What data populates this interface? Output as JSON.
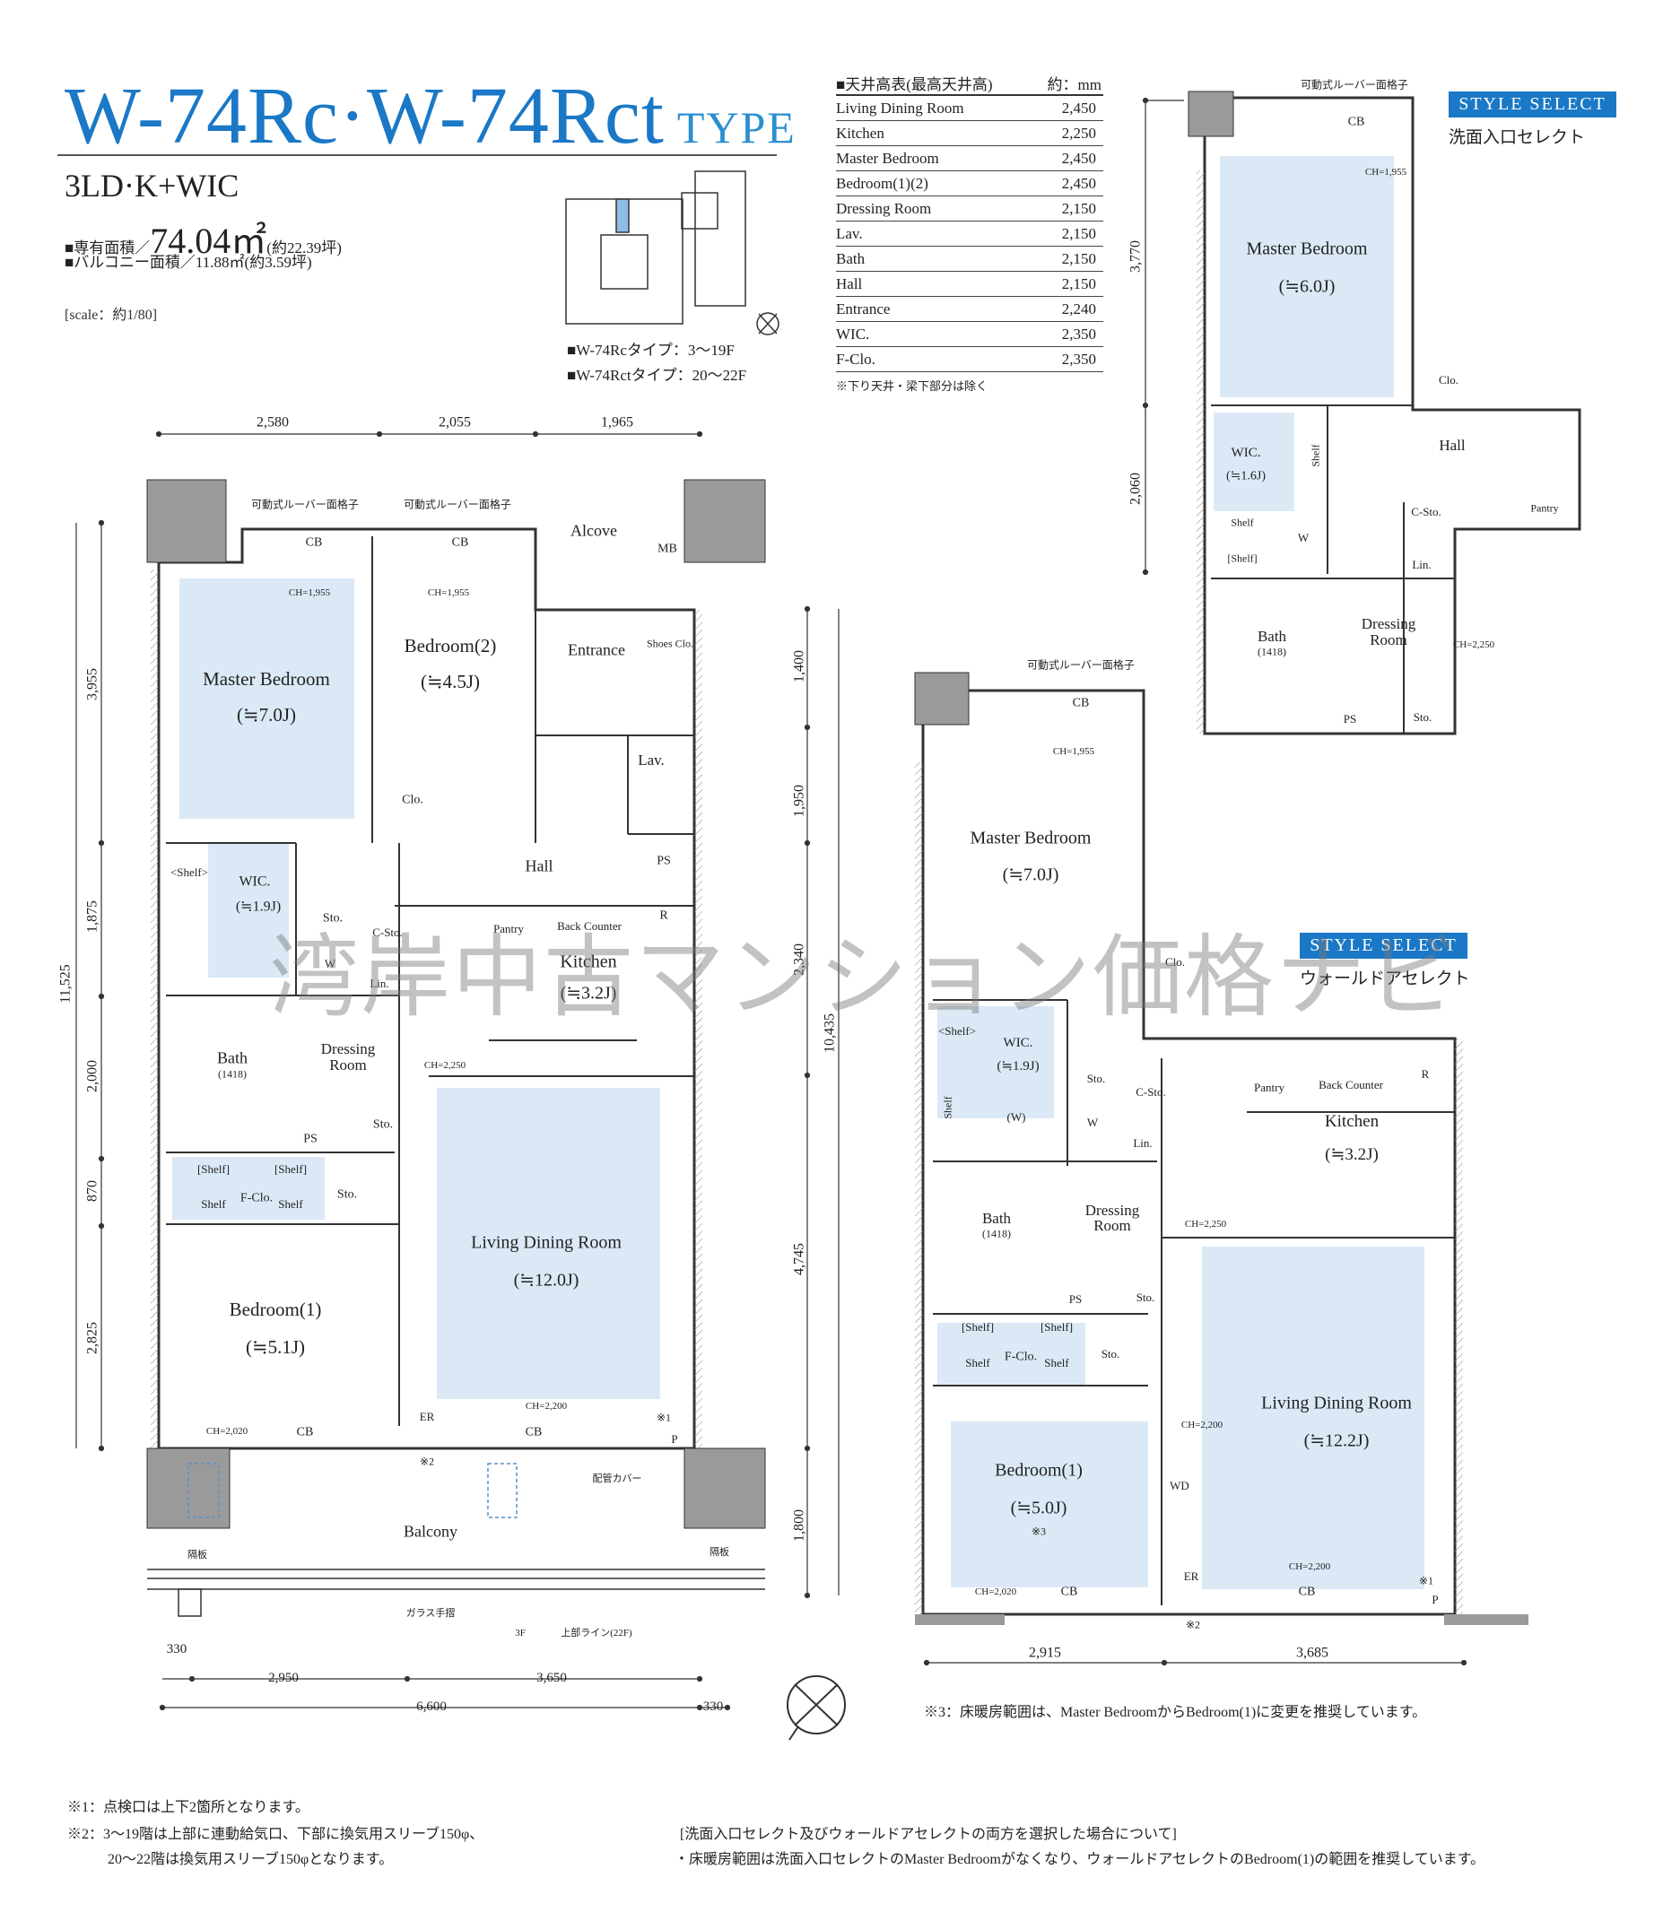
{
  "header": {
    "title_main": "W-74Rc·W-74Rct",
    "title_suffix": "TYPE",
    "layout": "3LD·K+WIC",
    "area_label": "■専有面積／",
    "area_value": "74.04㎡",
    "area_tsubo": "(約22.39坪)",
    "balcony_area": "■バルコニー面積／11.88㎡(約3.59坪)",
    "scale": "[scale：約1/80]"
  },
  "floors": [
    "■W-74Rcタイプ：3〜19F",
    "■W-74Rctタイプ：20〜22F"
  ],
  "ceiling_table": {
    "header_label": "■天井高表(最高天井高)",
    "header_unit": "約：mm",
    "rows": [
      {
        "room": "Living Dining Room",
        "value": "2,450"
      },
      {
        "room": "Kitchen",
        "value": "2,250"
      },
      {
        "room": "Master Bedroom",
        "value": "2,450"
      },
      {
        "room": "Bedroom(1)(2)",
        "value": "2,450"
      },
      {
        "room": "Dressing Room",
        "value": "2,150"
      },
      {
        "room": "Lav.",
        "value": "2,150"
      },
      {
        "room": "Bath",
        "value": "2,150"
      },
      {
        "room": "Hall",
        "value": "2,150"
      },
      {
        "room": "Entrance",
        "value": "2,240"
      },
      {
        "room": "WIC.",
        "value": "2,350"
      },
      {
        "room": "F-Clo.",
        "value": "2,350"
      }
    ],
    "note": "※下り天井・梁下部分は除く"
  },
  "main_plan": {
    "master_bedroom": "Master Bedroom",
    "master_bedroom_area": "(≒7.0J)",
    "bedroom2": "Bedroom(2)",
    "bedroom2_area": "(≒4.5J)",
    "alcove": "Alcove",
    "mb": "MB",
    "entrance": "Entrance",
    "shoes_clo": "Shoes Clo.",
    "lav": "Lav.",
    "hall": "Hall",
    "ps": "PS",
    "clo": "Clo.",
    "shelf_a": "<Shelf>",
    "wic": "WIC.",
    "wic_area": "(≒1.9J)",
    "pantry": "Pantry",
    "back_counter": "Back Counter",
    "r": "R",
    "kitchen": "Kitchen",
    "kitchen_area": "(≒3.2J)",
    "c_sto": "C-Sto.",
    "sto_a": "Sto.",
    "lin": "Lin.",
    "w": "W",
    "bath": "Bath",
    "bath_size": "(1418)",
    "dressing": "Dressing",
    "dressing2": "Room",
    "ch_2250": "CH=2,250",
    "ldr": "Living Dining Room",
    "ldr_area": "(≒12.0J)",
    "shelf_b": "[Shelf]",
    "shelf_c": "[Shelf]",
    "shelf_d": "Shelf",
    "shelf_e": "Shelf",
    "fclo": "F-Clo.",
    "sto_b": "Sto.",
    "sto_c": "Sto.",
    "ps_b": "PS",
    "bedroom1": "Bedroom(1)",
    "bedroom1_area": "(≒5.1J)",
    "ch_2020": "CH=2,020",
    "ch_2200": "CH=2,200",
    "cb_a": "CB",
    "cb_b": "CB",
    "cb_c": "CB",
    "cb_d": "CB",
    "ch1955_a": "CH=1,955",
    "ch1955_b": "CH=1,955",
    "louver_a": "可動式ルーバー面格子",
    "louver_b": "可動式ルーバー面格子",
    "balcony": "Balcony",
    "glass": "ガラス手摺",
    "f3": "3F",
    "upper_line": "上部ライン(22F)",
    "pipe_cover": "配管カバー",
    "kome1": "※1",
    "kome2": "※2",
    "partition_a": "隔板",
    "partition_b": "隔板",
    "er": "ER",
    "p": "P",
    "dim_top": [
      "2,580",
      "2,055",
      "1,965"
    ],
    "dim_left": [
      "3,955",
      "1,875",
      "2,000",
      "870",
      "2,825"
    ],
    "dim_left_total": "11,525",
    "dim_right": [
      "1,400",
      "1,950",
      "2,340",
      "4,745",
      "1,800"
    ],
    "dim_right_total": "10,435",
    "dim_bottom": [
      "330",
      "2,950",
      "3,650",
      "6,600",
      "330"
    ]
  },
  "select_a": {
    "badge": "STYLE SELECT",
    "subtitle": "洗面入口セレクト",
    "louver": "可動式ルーバー面格子",
    "cb": "CB",
    "ch1955": "CH=1,955",
    "master_bedroom": "Master Bedroom",
    "master_bedroom_area": "(≒6.0J)",
    "clo": "Clo.",
    "hall": "Hall",
    "wic": "WIC.",
    "wic_area": "(≒1.6J)",
    "shelf": "Shelf",
    "shelf_b": "[Shelf]",
    "shelf_c": "Shelf",
    "c_sto": "C-Sto.",
    "pantry": "Pantry",
    "lin": "Lin.",
    "w": "W",
    "bath": "Bath",
    "bath_size": "(1418)",
    "dressing": "Dressing",
    "dressing2": "Room",
    "ch_2250": "CH=2,250",
    "ps": "PS",
    "sto": "Sto.",
    "dims": [
      "3,770",
      "2,060"
    ]
  },
  "select_b": {
    "badge": "STYLE SELECT",
    "subtitle": "ウォールドアセレクト",
    "louver": "可動式ルーバー面格子",
    "cb": "CB",
    "ch1955": "CH=1,955",
    "master_bedroom": "Master Bedroom",
    "master_bedroom_area": "(≒7.0J)",
    "clo": "Clo.",
    "shelf_a": "<Shelf>",
    "wic": "WIC.",
    "wic_area": "(≒1.9J)",
    "w_paren": "(W)",
    "shelf_v": "Shelf",
    "sto_a": "Sto.",
    "c_sto": "C-Sto.",
    "w": "W",
    "lin": "Lin.",
    "pantry": "Pantry",
    "back_counter": "Back Counter",
    "r": "R",
    "kitchen": "Kitchen",
    "kitchen_area": "(≒3.2J)",
    "bath": "Bath",
    "bath_size": "(1418)",
    "dressing": "Dressing",
    "dressing2": "Room",
    "ch_2250": "CH=2,250",
    "ps": "PS",
    "sto_b": "Sto.",
    "sto_c": "Sto.",
    "shelf_b": "[Shelf]",
    "shelf_c": "[Shelf]",
    "shelf_d": "Shelf",
    "shelf_e": "Shelf",
    "fclo": "F-Clo.",
    "ldr": "Living Dining Room",
    "ldr_area": "(≒12.2J)",
    "bedroom1": "Bedroom(1)",
    "bedroom1_area": "(≒5.0J)",
    "kome3": "※3",
    "wd": "WD",
    "ch_2200_a": "CH=2,200",
    "ch_2200_b": "CH=2,200",
    "ch_2020": "CH=2,020",
    "cb_a": "CB",
    "cb_b": "CB",
    "kome1": "※1",
    "kome2": "※2",
    "er": "ER",
    "p": "P",
    "dims": [
      "2,915",
      "3,685"
    ]
  },
  "notes": {
    "note3": "※3：床暖房範囲は、Master BedroomからBedroom(1)に変更を推奨しています。",
    "note1": "※1：点検口は上下2箇所となります。",
    "note2a": "※2：3〜19階は上部に連動給気口、下部に換気用スリーブ150φ、",
    "note2b": "20〜22階は換気用スリーブ150φとなります。",
    "combo_title": "[洗面入口セレクト及びウォールドアセレクトの両方を選択した場合について]",
    "combo_text": "・床暖房範囲は洗面入口セレクトのMaster Bedroomがなくなり、ウォールドアセレクトのBedroom(1)の範囲を推奨しています。"
  },
  "watermark": "湾岸中古マンション価格ナビ",
  "colors": {
    "accent": "#1a78c6",
    "room_fill": "#dbe9f6",
    "wall": "#9a9a9a"
  }
}
